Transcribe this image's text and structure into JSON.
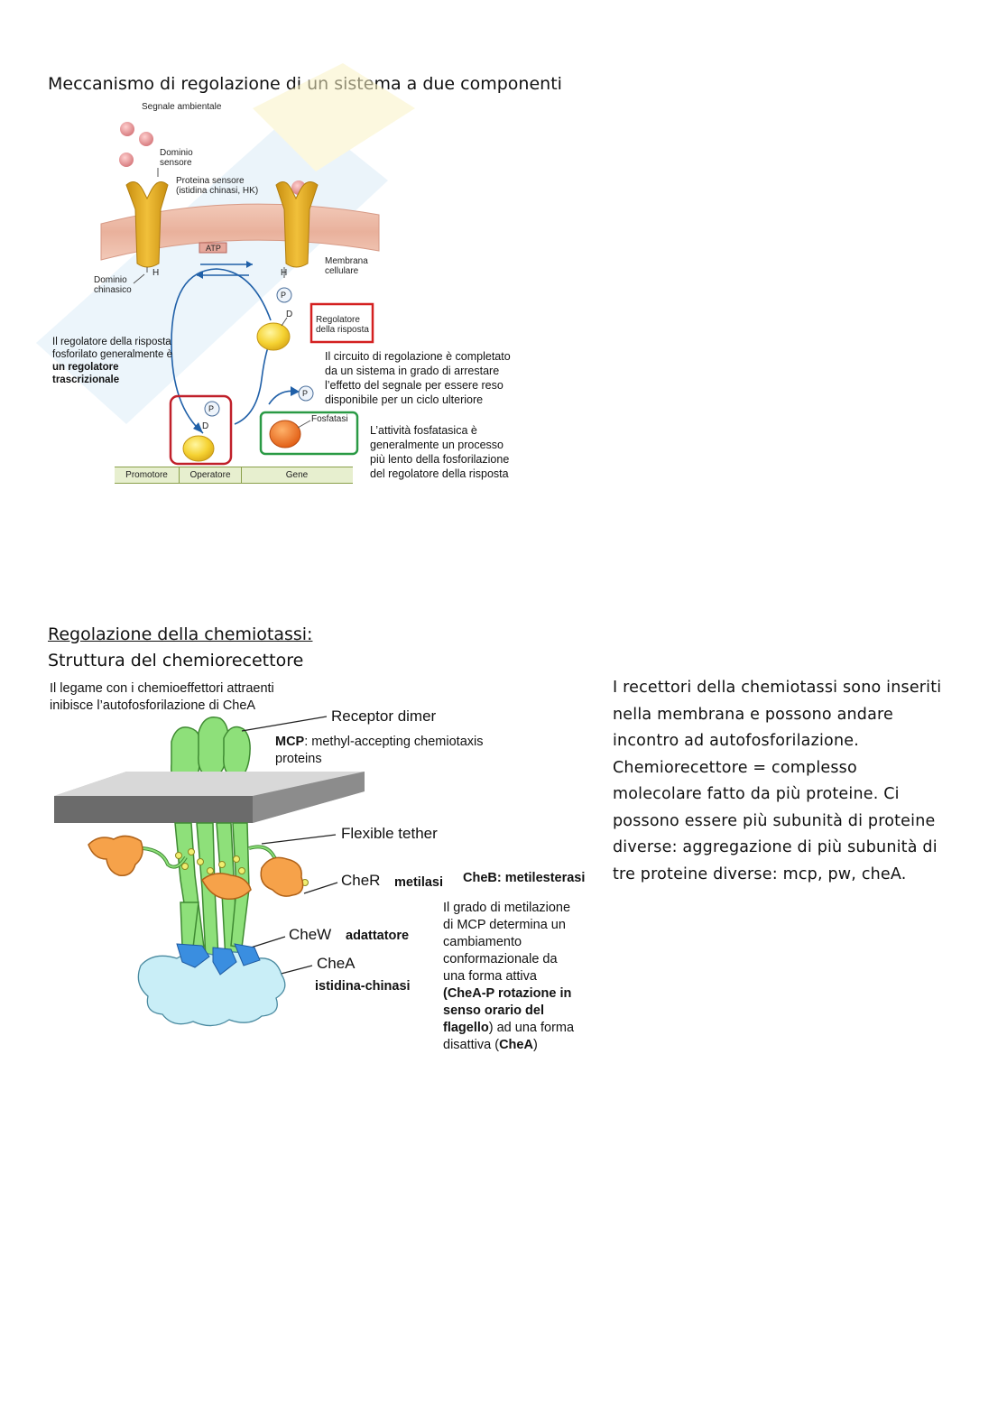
{
  "section1": {
    "title": "Meccanismo di regolazione di un sistema a due componenti",
    "labels": {
      "signal": "Segnale ambientale",
      "sensor_domain_1": "Dominio",
      "sensor_domain_2": "sensore",
      "sensor_protein_1": "Proteina sensore",
      "sensor_protein_2": "(istidina chinasi, HK)",
      "atp": "ATP",
      "membrane_1": "Membrana",
      "membrane_2": "cellulare",
      "kinase_domain_1": "Dominio",
      "kinase_domain_2": "chinasico",
      "h_left": "H",
      "h_right": "H",
      "d_label": "D",
      "p_label": "P",
      "regulator_1": "Regolatore",
      "regulator_2": "della risposta",
      "phosphatase": "Fosfatasi",
      "promoter": "Promotore",
      "operator": "Operatore",
      "gene": "Gene"
    },
    "captions": {
      "left": [
        "Il regolatore della risposta",
        "fosforilato generalmente è",
        "un regolatore",
        "trascrizionale"
      ],
      "circuit": [
        "Il circuito di regolazione è completato",
        "da un sistema in grado di arrestare",
        "l’effetto del segnale per essere reso",
        "disponibile per un ciclo ulteriore"
      ],
      "phosphatase": [
        "L’attività fosfatasica è",
        "generalmente un processo",
        "più lento della fosforilazione",
        "del regolatore della risposta"
      ]
    }
  },
  "section2": {
    "title": "Regolazione della chemiotassi:",
    "subtitle": "Struttura del chemiorecettore",
    "binding_note": [
      "Il legame con i chemioeffettori attraenti",
      "inibisce l’autofosforilazione di CheA"
    ],
    "receptor_dimer": "Receptor dimer",
    "mcp_bold": "MCP",
    "mcp_rest": ":  methyl-accepting  chemiotaxis",
    "mcp_rest_2": "proteins",
    "flexible_tether": "Flexible tether",
    "cher": "CheR",
    "cher_desc": "metilasi",
    "cheb_bold": "CheB",
    "cheb_desc": ": metilesterasi",
    "chew": "CheW",
    "chew_desc": "adattatore",
    "chea": "CheA",
    "chea_desc": "istidina-chinasi",
    "methylation": {
      "l1": "Il grado di metilazione",
      "l2": "di MCP determina un",
      "l3": "cambiamento",
      "l4": "conformazionale da",
      "l5": "una forma attiva",
      "l6_bold": "(CheA-P rotazione in",
      "l7_bold": "senso orario del",
      "l8_bold": "flagello",
      "l8_rest": ") ad una forma",
      "l9_pre": "disattiva (",
      "l9_bold": "CheA",
      "l9_post": ")"
    },
    "paragraph": [
      "I recettori della chemiotassi sono inseriti",
      "nella membrana e possono andare",
      "incontro ad autofosforilazione.",
      "Chemiorecettore = complesso",
      "molecolare fatto da più proteine. Ci",
      "possono essere più subunità di proteine",
      "diverse: aggregazione di più subunità di",
      "tre proteine diverse: mcp, pw, cheA."
    ]
  }
}
